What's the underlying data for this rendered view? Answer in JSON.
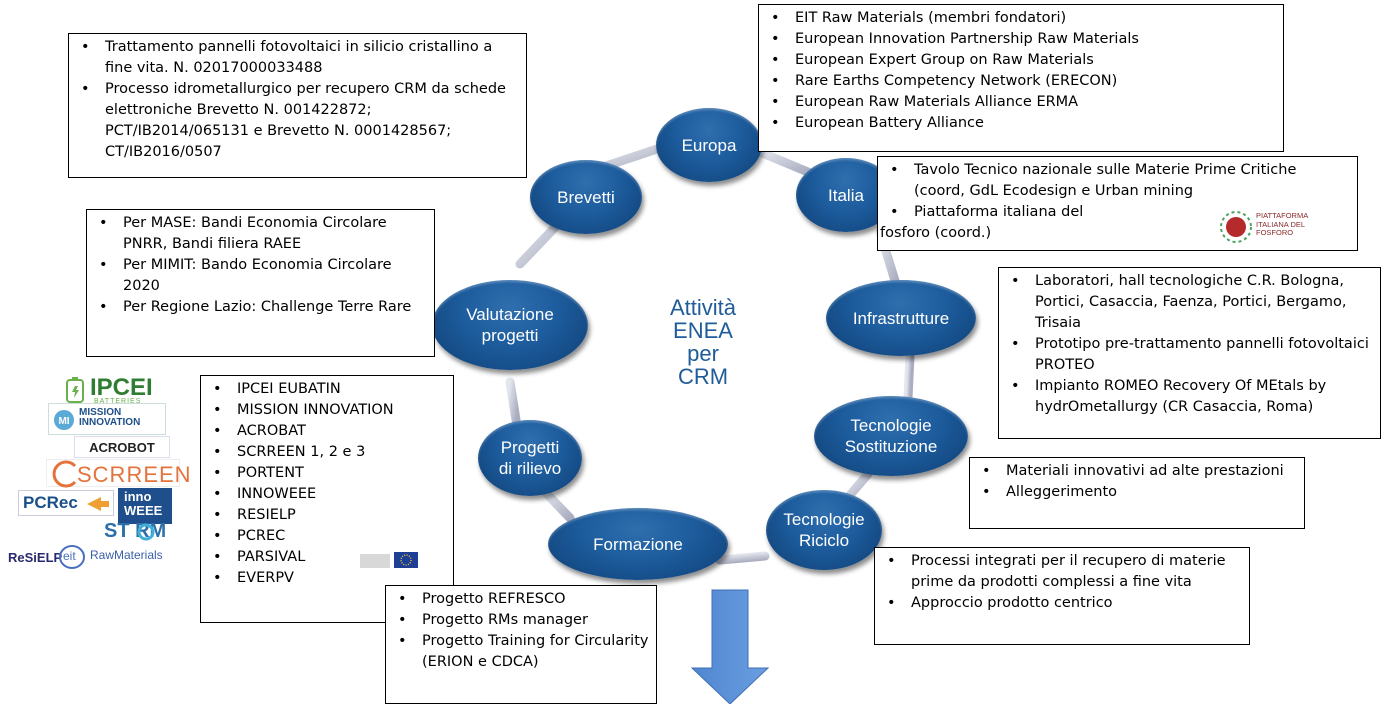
{
  "center_label": "Attività\nENEA\nper\nCRM",
  "nodes": {
    "europa": "Europa",
    "italia": "Italia",
    "infrastrutture": "Infrastrutture",
    "tecnologie_sostituzione": "Tecnologie\nSostituzione",
    "tecnologie_riciclo": "Tecnologie\nRiciclo",
    "formazione": "Formazione",
    "progetti_rilievo": "Progetti\ndi rilievo",
    "valutazione_progetti": "Valutazione\nprogetti",
    "brevetti": "Brevetti"
  },
  "boxes": {
    "brevetti": [
      "Trattamento pannelli fotovoltaici in silicio cristallino a fine vita. N. 02017000033488",
      "Processo idrometallurgico per recupero CRM da schede elettroniche Brevetto N. 001422872; PCT/IB2014/065131 e Brevetto N. 0001428567; CT/IB2016/0507"
    ],
    "europa": [
      "EIT Raw Materials (membri fondatori)",
      "European Innovation Partnership Raw Materials",
      "European Expert Group on Raw Materials",
      "Rare Earths Competency Network (ERECON)",
      "European Raw Materials Alliance ERMA",
      "European Battery Alliance"
    ],
    "italia": [
      "Tavolo Tecnico nazionale sulle Materie Prime Critiche (coord, GdL Ecodesign e Urban mining",
      "Piattaforma italiana del"
    ],
    "italia_tail": "fosforo (coord.)",
    "valutazione": [
      "Per MASE: Bandi Economia Circolare PNRR, Bandi filiera RAEE",
      "Per MIMIT: Bando Economia Circolare 2020",
      "Per Regione Lazio: Challenge Terre Rare"
    ],
    "infrastrutture": [
      "Laboratori, hall tecnologiche C.R. Bologna, Portici, Casaccia,  Faenza, Portici, Bergamo, Trisaia",
      "Prototipo pre-trattamento pannelli fotovoltaici PROTEO",
      "Impianto ROMEO Recovery Of MEtals  by hydrOmetallurgy (CR Casaccia, Roma)"
    ],
    "sostituzione": [
      "Materiali innovativi ad alte prestazioni",
      "Alleggerimento"
    ],
    "riciclo": [
      "Processi integrati per il recupero di materie prime da prodotti complessi a fine vita",
      "Approccio prodotto centrico"
    ],
    "progetti": [
      "IPCEI EUBATIN",
      "MISSION INNOVATION",
      "ACROBAT",
      "SCRREEN 1, 2 e 3",
      "PORTENT",
      "INNOWEEE",
      "RESIELP",
      "PCREC",
      "PARSIVAL",
      "EVERPV"
    ],
    "formazione": [
      "Progetto REFRESCO",
      "Progetto RMs manager",
      "Progetto Training for Circularity (ERION e CDCA)"
    ]
  },
  "logos": {
    "fosforo": [
      "PIATTAFORMA",
      "ITALIANA DEL",
      "FOSFORO"
    ],
    "ipcei": "IPCEI",
    "ipcei_sub": "BATTERIES",
    "mission": [
      "MISSION",
      "INNOVATION"
    ],
    "acrobat": "ACROBOT",
    "scrreen": "SCRREEN",
    "pcrec": "PCRec",
    "innoweee": [
      "inno",
      "WEEE"
    ],
    "storm": "ST RM",
    "resielp": "ReSiELP",
    "eit": "eit",
    "rawmaterials": "RawMaterials"
  },
  "colors": {
    "node_fill": "#1c5b9c",
    "center_text": "#1f5c99",
    "arrow": "#5b8fd6",
    "connector": "#c9ccd9"
  }
}
